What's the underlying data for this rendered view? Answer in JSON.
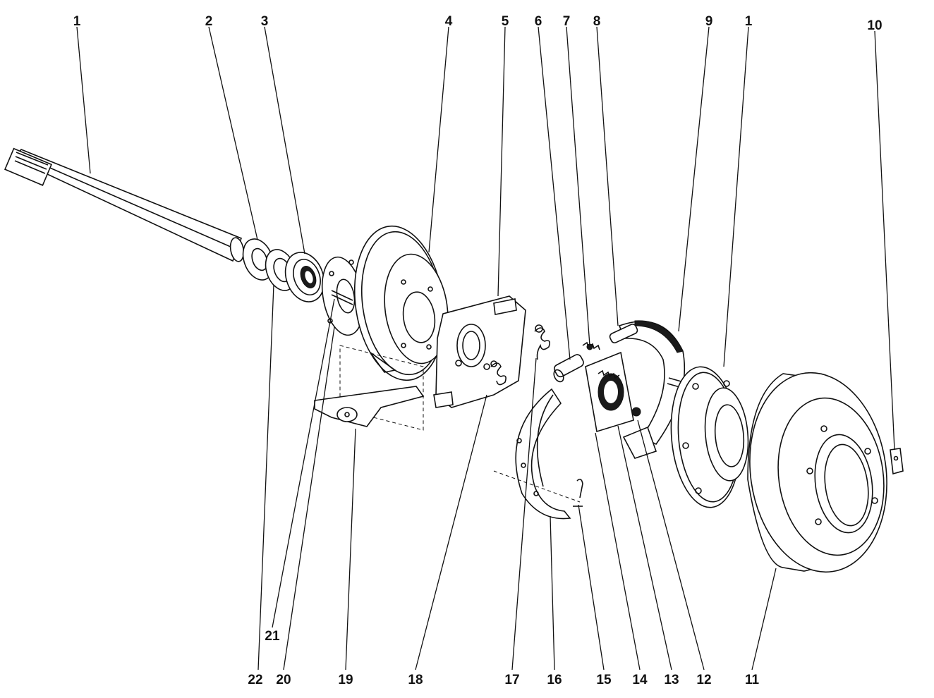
{
  "diagram": {
    "callouts": [
      {
        "id": "c1a",
        "text": "1"
      },
      {
        "id": "c2",
        "text": "2"
      },
      {
        "id": "c3",
        "text": "3"
      },
      {
        "id": "c4",
        "text": "4"
      },
      {
        "id": "c5",
        "text": "5"
      },
      {
        "id": "c6",
        "text": "6"
      },
      {
        "id": "c7",
        "text": "7"
      },
      {
        "id": "c8",
        "text": "8"
      },
      {
        "id": "c9",
        "text": "9"
      },
      {
        "id": "c1b",
        "text": "1"
      },
      {
        "id": "c10",
        "text": "10"
      },
      {
        "id": "c22",
        "text": "22"
      },
      {
        "id": "c20",
        "text": "20"
      },
      {
        "id": "c21",
        "text": "21"
      },
      {
        "id": "c19",
        "text": "19"
      },
      {
        "id": "c18",
        "text": "18"
      },
      {
        "id": "c17",
        "text": "17"
      },
      {
        "id": "c16",
        "text": "16"
      },
      {
        "id": "c15",
        "text": "15"
      },
      {
        "id": "c14",
        "text": "14"
      },
      {
        "id": "c13",
        "text": "13"
      },
      {
        "id": "c12",
        "text": "12"
      },
      {
        "id": "c11",
        "text": "11"
      }
    ],
    "colors": {
      "ink": "#111111",
      "paper": "#ffffff"
    }
  }
}
